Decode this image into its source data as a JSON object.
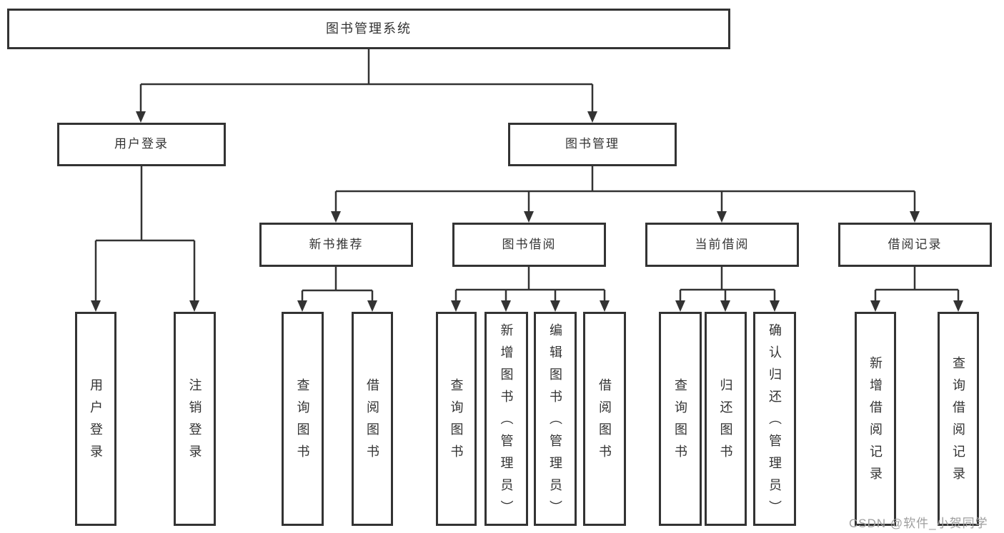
{
  "tree": {
    "label": "图书管理系统",
    "children": [
      {
        "label": "用户登录",
        "children": [
          {
            "label": "用户登录"
          },
          {
            "label": "注销登录"
          }
        ]
      },
      {
        "label": "图书管理",
        "children": [
          {
            "label": "新书推荐",
            "children": [
              {
                "label": "查询图书"
              },
              {
                "label": "借阅图书"
              }
            ]
          },
          {
            "label": "图书借阅",
            "children": [
              {
                "label": "查询图书"
              },
              {
                "label": "新增图书（管理员）"
              },
              {
                "label": "编辑图书（管理员）"
              },
              {
                "label": "借阅图书"
              }
            ]
          },
          {
            "label": "当前借阅",
            "children": [
              {
                "label": "查询图书"
              },
              {
                "label": "归还图书"
              },
              {
                "label": "确认归还（管理员）"
              }
            ]
          },
          {
            "label": "借阅记录",
            "children": [
              {
                "label": "新增借阅记录"
              },
              {
                "label": "查询借阅记录"
              }
            ]
          }
        ]
      }
    ]
  },
  "watermark": {
    "text": "CSDN @软件_小贺同学"
  },
  "colors": {
    "border": "#333333",
    "text": "#333333",
    "background": "#ffffff",
    "watermark": "#9e9e9e"
  }
}
